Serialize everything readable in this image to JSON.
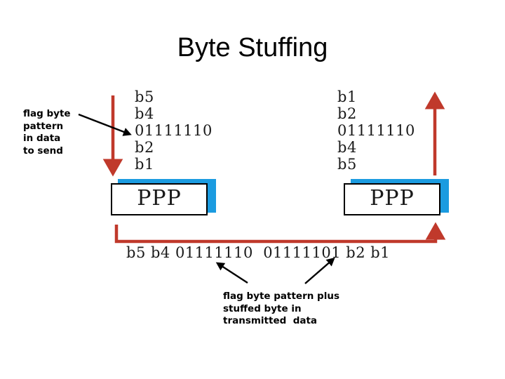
{
  "slide": {
    "title": "Byte Stuffing",
    "background_color": "#ffffff"
  },
  "colors": {
    "red_arrow": "#c0392b",
    "blue_shadow": "#1b9be0",
    "text": "#1a1a1a",
    "annotation": "#000000"
  },
  "annotations": {
    "flag_label": "flag byte\npattern\nin data\nto send",
    "stuffed_label": "flag byte pattern plus\nstuffed byte in\ntransmitted  data"
  },
  "data_stacks": {
    "sender": {
      "lines": [
        "b5",
        "b4",
        "01111110",
        "b2",
        "b1"
      ],
      "text": "b5\nb4\n01111110\nb2\nb1",
      "highlight_line": "01111110"
    },
    "receiver": {
      "lines": [
        "b1",
        "b2",
        "01111110",
        "b4",
        "b5"
      ],
      "text": "b1\nb2\n01111110\nb4\nb5",
      "highlight_line": "01111110"
    }
  },
  "protocol_boxes": [
    {
      "label": "PPP",
      "side": "sender"
    },
    {
      "label": "PPP",
      "side": "receiver"
    }
  ],
  "transmitted_line": {
    "text": "b5 b4 01111110  01111101 b2 b1",
    "tokens": [
      "b5",
      "b4",
      "01111110",
      "01111101",
      "b2",
      "b1"
    ],
    "flag_byte": "01111110",
    "stuffed_byte": "01111101"
  },
  "arrows": {
    "sender_down": {
      "direction": "down",
      "color": "#c0392b"
    },
    "receiver_up": {
      "direction": "up",
      "color": "#c0392b"
    },
    "transmission_path": {
      "direction": "left-to-right-then-up",
      "color": "#c0392b"
    },
    "flag_leader": {
      "direction": "down-right",
      "color": "#000000"
    },
    "stuffed_leader_left": {
      "direction": "up-left",
      "color": "#000000"
    },
    "stuffed_leader_right": {
      "direction": "up-right",
      "color": "#000000"
    }
  }
}
